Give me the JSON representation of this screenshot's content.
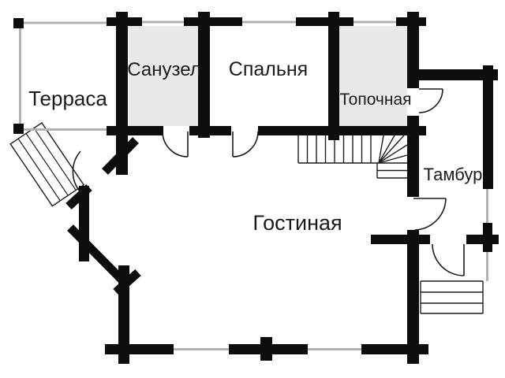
{
  "plan": {
    "type": "floor-plan",
    "rooms": [
      {
        "id": "terrace",
        "label": "Терраса"
      },
      {
        "id": "bathroom",
        "label": "Санузел"
      },
      {
        "id": "bedroom",
        "label": "Спальня"
      },
      {
        "id": "boiler",
        "label": "Топочная"
      },
      {
        "id": "vestibule",
        "label": "Тамбур"
      },
      {
        "id": "living",
        "label": "Гостиная"
      }
    ]
  },
  "colors": {
    "wall": "#0d0d0d",
    "room_fill": "#e8e9e9",
    "window_line": "#b1b4b6",
    "thin_line": "#1c1c1c",
    "background": "#ffffff",
    "text": "#1a1a1a"
  }
}
